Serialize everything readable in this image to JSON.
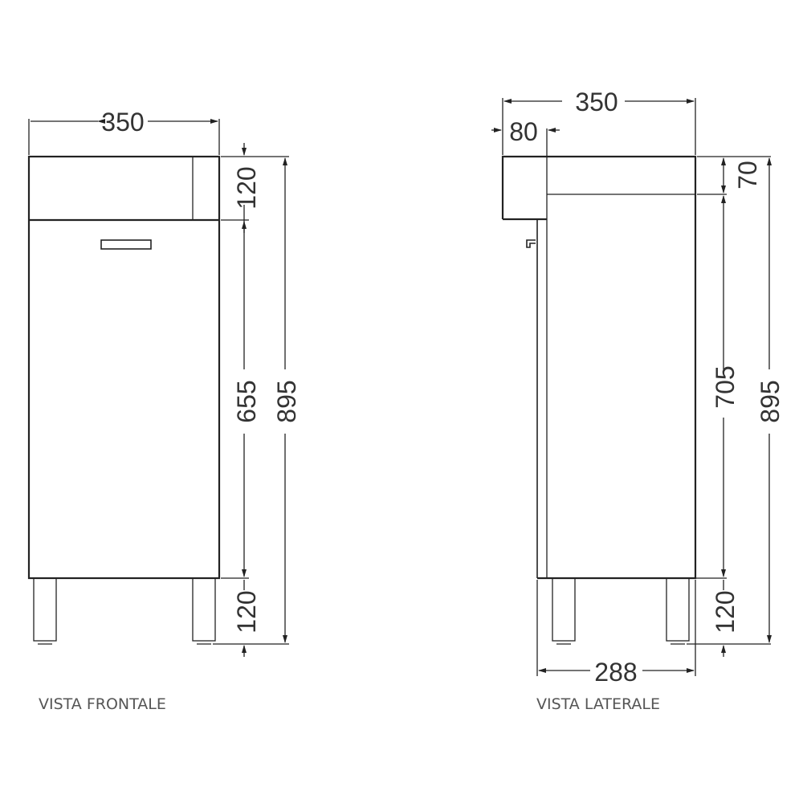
{
  "views": {
    "front": {
      "label": "VISTA FRONTALE",
      "dims": {
        "width": "350",
        "top_height": "120",
        "door_height": "655",
        "leg_height": "120",
        "total_height": "895"
      }
    },
    "side": {
      "label": "VISTA LATERALE",
      "dims": {
        "width": "350",
        "overhang": "80",
        "top_height": "70",
        "body_height": "705",
        "leg_height": "120",
        "total_height": "895",
        "body_depth": "288"
      }
    }
  },
  "colors": {
    "line": "#222222",
    "text": "#333333",
    "label": "#555555"
  }
}
